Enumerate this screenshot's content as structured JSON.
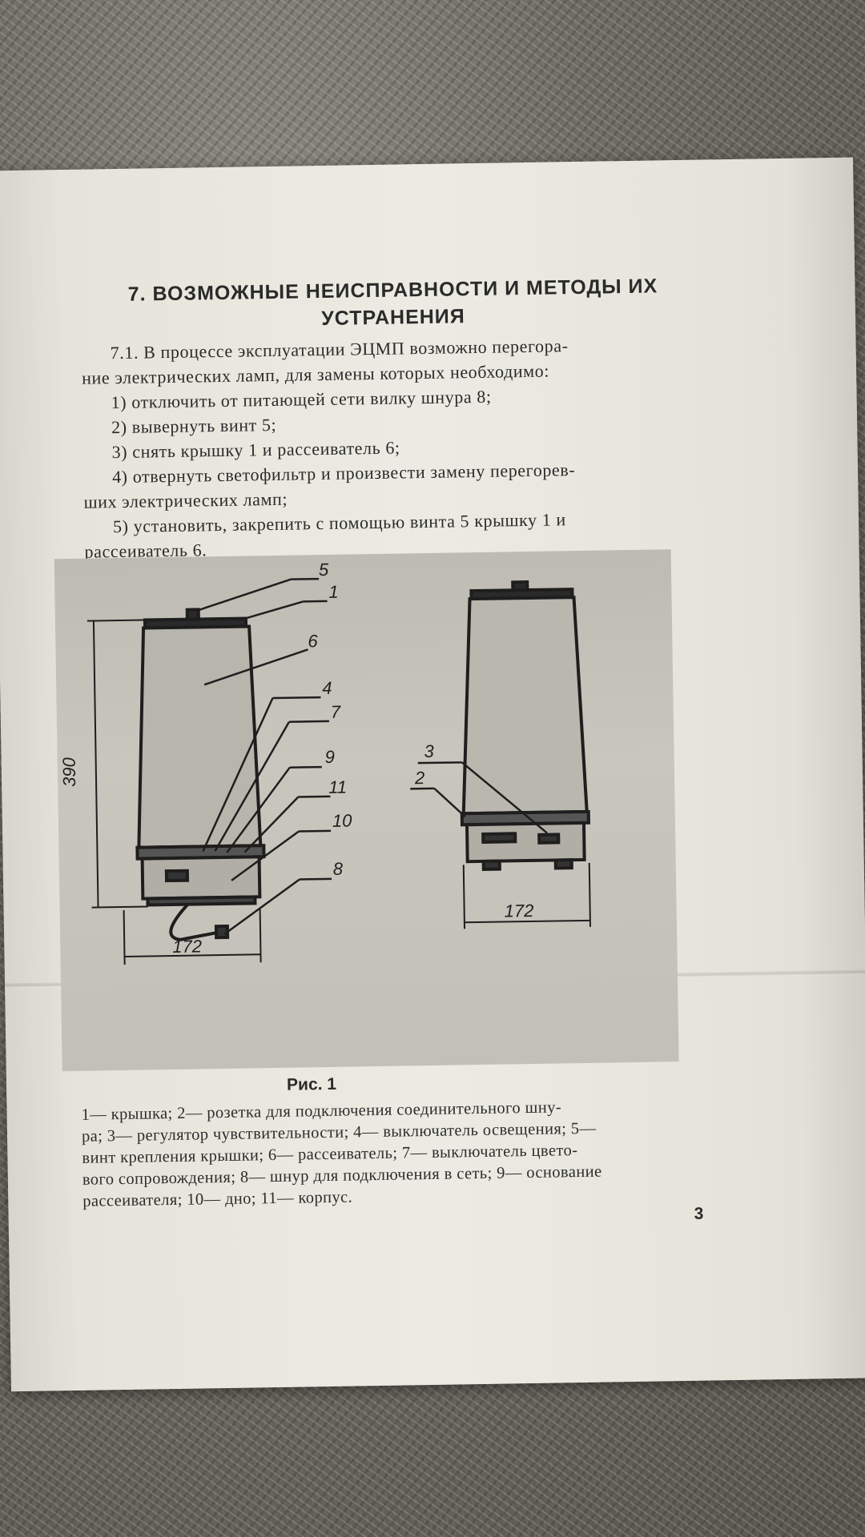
{
  "section_heading": [
    "7. ВОЗМОЖНЫЕ НЕИСПРАВНОСТИ И МЕТОДЫ ИХ",
    "УСТРАНЕНИЯ"
  ],
  "paragraphs": [
    "7.1. В процессе эксплуатации ЭЦМП возможно перегора-",
    "ние электрических ламп, для замены которых необходимо:",
    "1) отключить от питающей сети вилку шнура 8;",
    "2) вывернуть винт 5;",
    "3) снять крышку 1 и рассеиватель 6;",
    "4) отвернуть светофильтр и произвести замену перегорев-",
    "ших электрических ламп;",
    "5) установить, закрепить с помощью винта 5 крышку 1 и",
    "рассеиватель 6."
  ],
  "figure": {
    "left_labels": [
      "5",
      "1",
      "6",
      "4",
      "7",
      "9",
      "11",
      "10",
      "8"
    ],
    "right_labels": [
      "3",
      "2"
    ],
    "dimension_height": "390",
    "dimension_width_left": "172",
    "dimension_width_right": "172"
  },
  "caption_title": "Рис. 1",
  "caption_lines": [
    "1— крышка; 2— розетка для подключения соединительного шну-",
    "ра; 3— регулятор чувствительности; 4— выключатель освещения; 5—",
    "винт крепления крышки; 6— рассеиватель; 7— выключатель цвето-",
    "вого сопровождения; 8— шнур для подключения в сеть; 9— основание",
    "рассеивателя; 10— дно; 11— корпус."
  ],
  "page_number": "3"
}
